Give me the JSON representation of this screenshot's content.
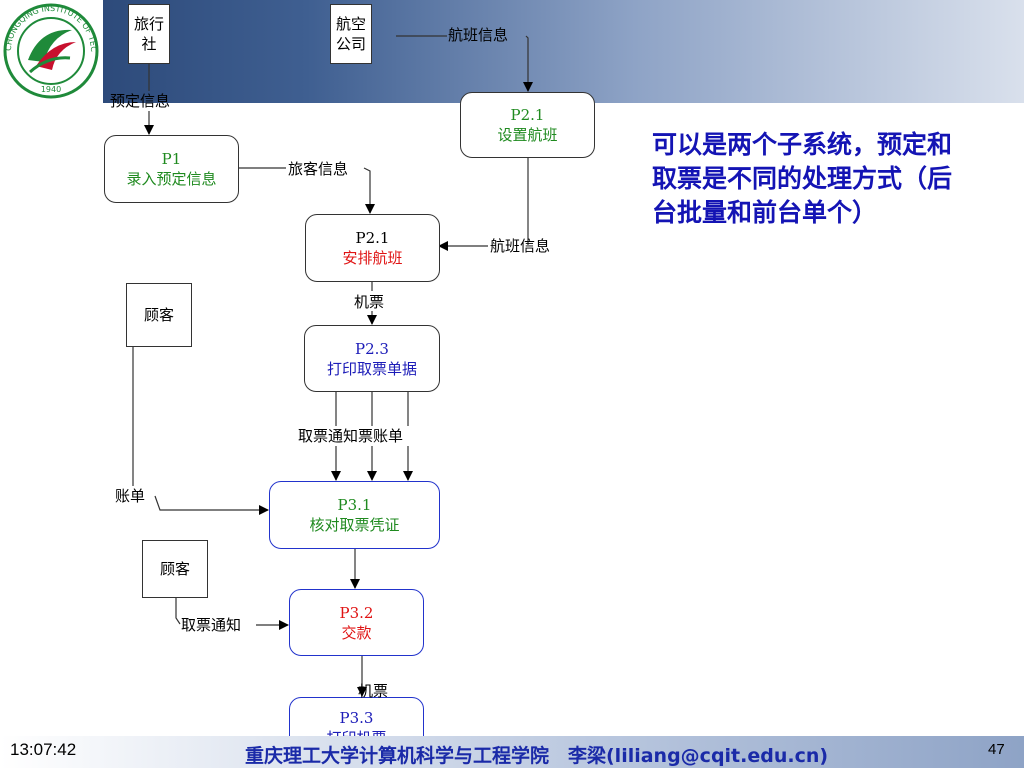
{
  "diagram": {
    "entities": {
      "travel_agency": "旅行社",
      "airline": "航空公司",
      "customer_1": "顾客",
      "customer_2": "顾客"
    },
    "processes": {
      "p1": {
        "id": "P1",
        "name": "录入预定信息"
      },
      "p21_setup": {
        "id": "P2.1",
        "name": "设置航班"
      },
      "p21_arrange": {
        "id": "P2.1",
        "name": "安排航班"
      },
      "p23": {
        "id": "P2.3",
        "name": "打印取票单据"
      },
      "p31": {
        "id": "P3.1",
        "name": "核对取票凭证"
      },
      "p32": {
        "id": "P3.2",
        "name": "交款"
      },
      "p33": {
        "id": "P3.3",
        "name": "打印机票"
      }
    },
    "flows": {
      "booking_info": "预定信息",
      "flight_info_1": "航班信息",
      "passenger_info": "旅客信息",
      "flight_info_2": "航班信息",
      "ticket_1": "机票",
      "triple_label": "取票通知票账单",
      "bill": "账单",
      "pickup_notice": "取票通知",
      "ticket_2": "机票"
    },
    "note": "可以是两个子系统，预定和取票是不同的处理方式（后台批量和前台单个）"
  },
  "footer": {
    "time": "13:07:42",
    "title": "重庆理工大学计算机科学与工程学院　李梁(liliang@cqit.edu.cn)",
    "page": "47"
  },
  "logo": {
    "ring_text": "CHONGQING INSTITUTE OF TECHNOLOGY",
    "year": "1940"
  },
  "colors": {
    "header_dark": "#24406f",
    "note_blue": "#1414b4",
    "green": "#1f8a1f",
    "red": "#e01414",
    "footer_blue": "#1a2aa8"
  }
}
